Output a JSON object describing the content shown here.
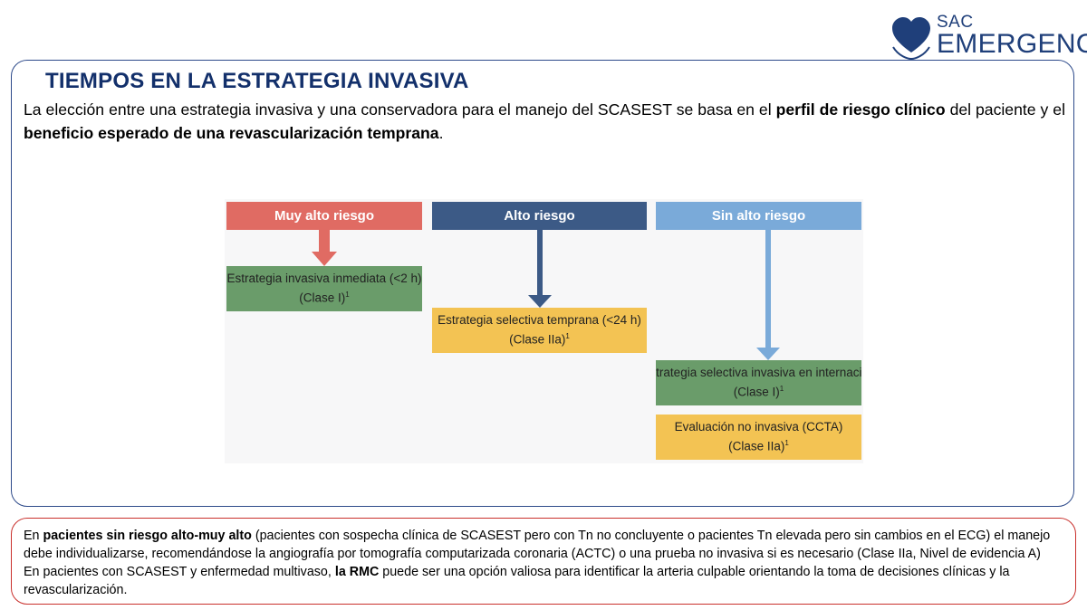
{
  "logo": {
    "line1": "SAC",
    "line2": "EMERGENCIAS",
    "color": "#1f3f7a"
  },
  "title": "TIEMPOS EN LA ESTRATEGIA INVASIVA",
  "intro": {
    "t1": "La elección entre una estrategia invasiva y una conservadora para el manejo del SCASEST se basa en el ",
    "b1": "perfil de riesgo clínico",
    "t2": " del paciente y el ",
    "b2": "beneficio esperado de una revascularización temprana",
    "t3": "."
  },
  "diagram": {
    "headers": [
      "Muy alto riesgo",
      "Alto riesgo",
      "Sin alto riesgo"
    ],
    "boxes": [
      {
        "line1": "Estrategia invasiva inmediata (<2 h)",
        "line2": "(Clase I)",
        "sup": "1",
        "color": "#6a9c6a"
      },
      {
        "line1": "Estrategia selectiva temprana (<24 h)",
        "line2": "(Clase IIa)",
        "sup": "1",
        "color": "#f3c353"
      },
      {
        "line1": "Estrategia selectiva invasiva en internación",
        "line2": "(Clase I)",
        "sup": "1",
        "color": "#6a9c6a"
      },
      {
        "line1": "Evaluación no invasiva (CCTA)",
        "line2": "(Clase IIa)",
        "sup": "1",
        "color": "#f3c353"
      }
    ],
    "colors": {
      "very_high": "#e06b63",
      "high": "#3c5a86",
      "not_high": "#7aaad9"
    }
  },
  "note": {
    "p1_t1": "En ",
    "p1_b": "pacientes sin riesgo alto-muy alto",
    "p1_t2": "  (pacientes con sospecha clínica de SCASEST pero con Tn no concluyente o pacientes Tn elevada pero sin cambios en el ECG) el manejo debe individualizarse, recomendándose la angiografía por tomografía computarizada coronaria (ACTC) o una prueba no invasiva si es necesario (Clase IIa, Nivel de evidencia A)",
    "p2_t1": "En pacientes con SCASEST y enfermedad multivaso, ",
    "p2_b": "la RMC",
    "p2_t2": "  puede ser una opción valiosa para identificar la arteria culpable orientando la toma de decisiones clínicas y la revascularización."
  }
}
